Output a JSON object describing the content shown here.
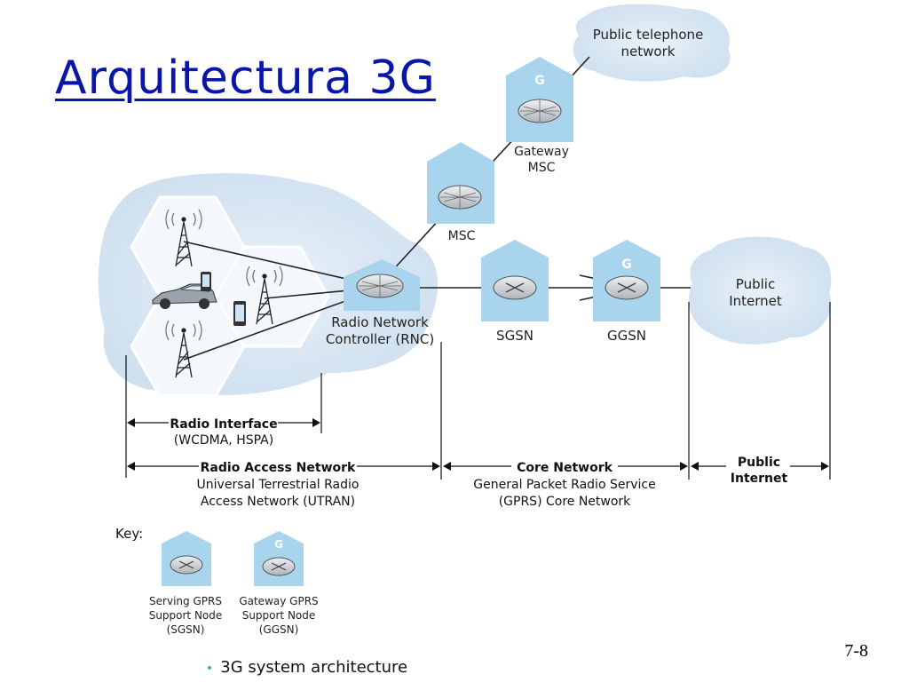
{
  "slide": {
    "title": "Arquitectura 3G",
    "number": "7-8",
    "caption": "3G system architecture"
  },
  "diagram": {
    "public_telephone": [
      "Public telephone",
      "network"
    ],
    "gateway_msc": [
      "Gateway",
      "MSC"
    ],
    "gateway_letter": "G",
    "msc": "MSC",
    "rnc": [
      "Radio Network",
      "Controller (RNC)"
    ],
    "sgsn": "SGSN",
    "ggsn": "GGSN",
    "public_internet_cloud": [
      "Public",
      "Internet"
    ],
    "radio_interface": {
      "title": "Radio Interface",
      "subtitle": "(WCDMA, HSPA)"
    },
    "radio_access_network": {
      "title": "Radio Access Network",
      "lines": [
        "Universal Terrestrial Radio",
        "Access Network (UTRAN)"
      ]
    },
    "core_network": {
      "title": "Core Network",
      "lines": [
        "General Packet Radio Service",
        "(GPRS) Core Network"
      ]
    },
    "public_internet_section": [
      "Public",
      "Internet"
    ],
    "key": {
      "label": "Key:",
      "sgsn_lines": [
        "Serving GPRS",
        "Support Node",
        "(SGSN)"
      ],
      "ggsn_lines": [
        "Gateway GPRS",
        "Support Node",
        "(GGSN)"
      ]
    }
  },
  "colors": {
    "title": "#0a16a8",
    "node_house": "#a9d4ee",
    "cloud": "#dce9f5",
    "router": "#c9cdd2"
  }
}
